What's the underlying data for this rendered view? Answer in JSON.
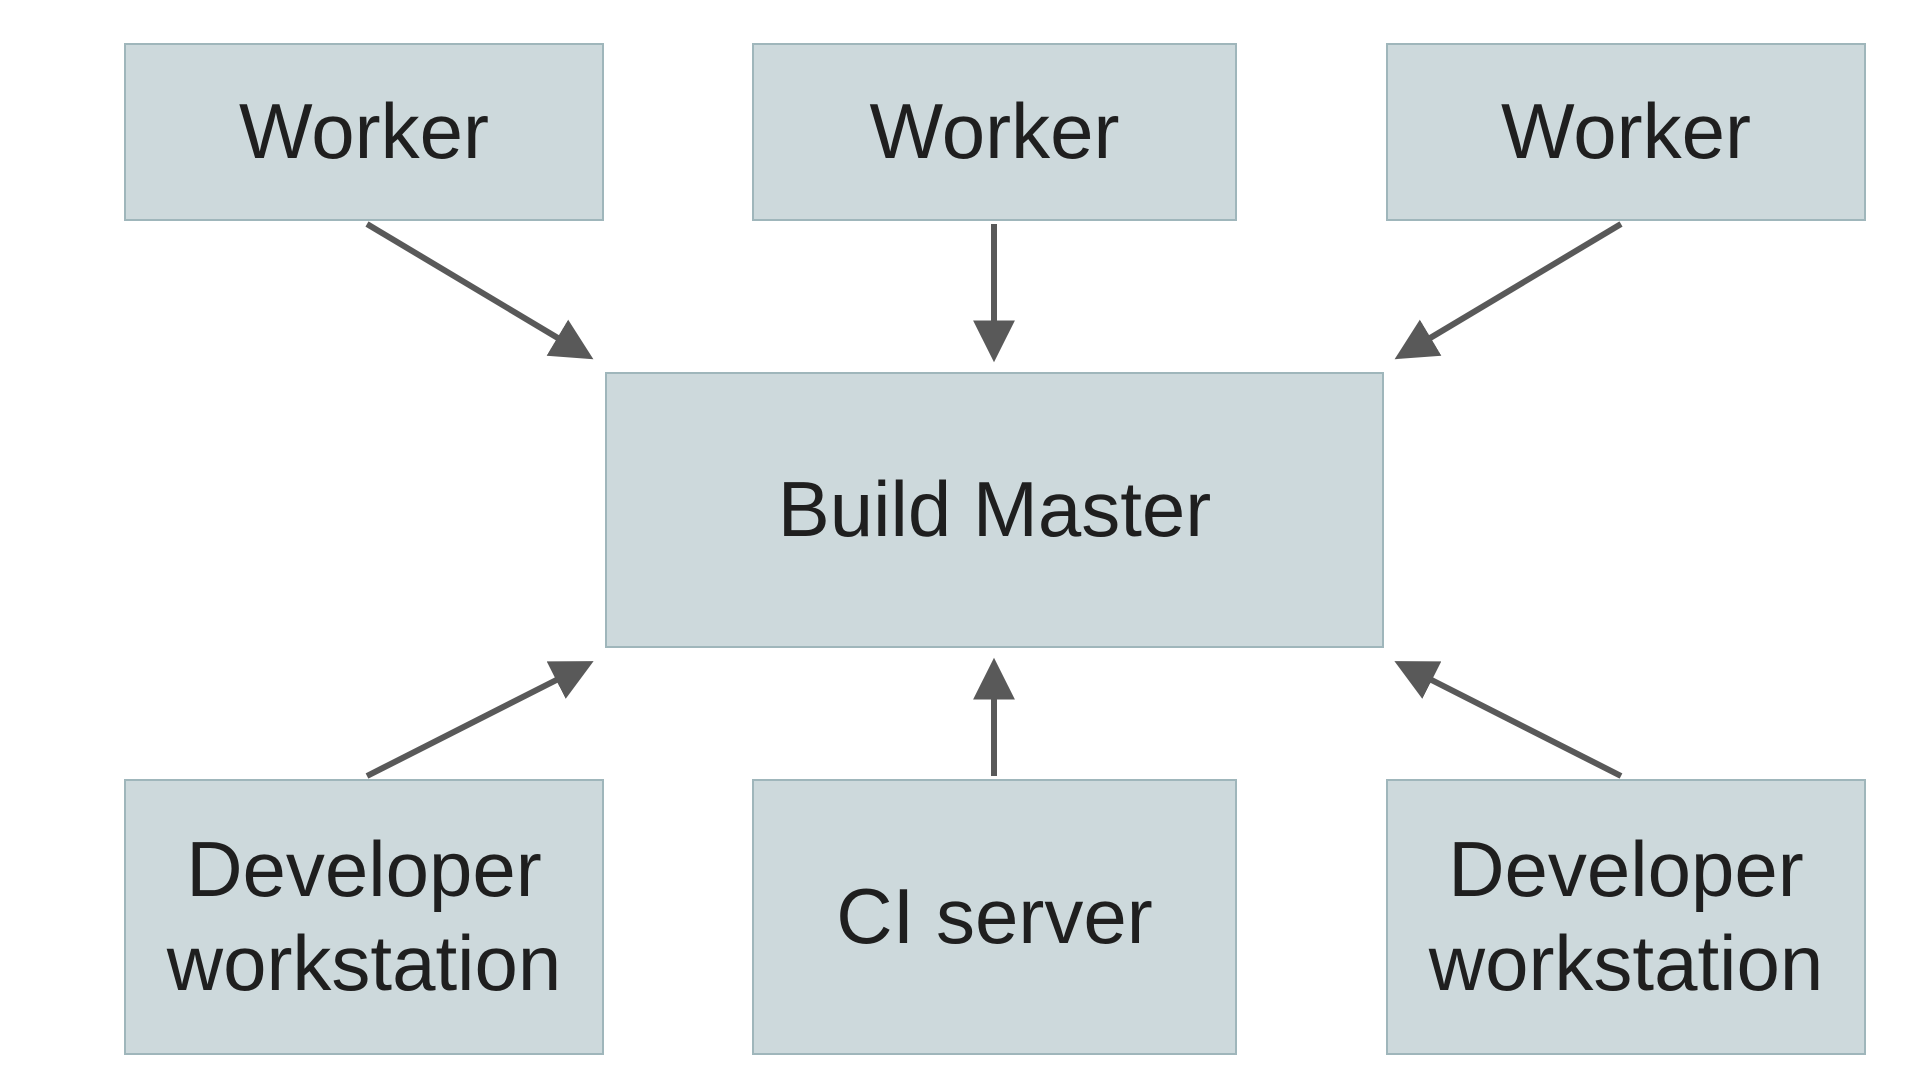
{
  "diagram": {
    "nodes": [
      {
        "id": "worker-top-left",
        "label": "Worker"
      },
      {
        "id": "worker-top-center",
        "label": "Worker"
      },
      {
        "id": "worker-top-right",
        "label": "Worker"
      },
      {
        "id": "build-master",
        "label": "Build Master"
      },
      {
        "id": "developer-workstation-left",
        "label": "Developer workstation"
      },
      {
        "id": "ci-server",
        "label": "CI server"
      },
      {
        "id": "developer-workstation-right",
        "label": "Developer workstation"
      }
    ],
    "edges": [
      {
        "from": "worker-top-left",
        "to": "build-master"
      },
      {
        "from": "worker-top-center",
        "to": "build-master"
      },
      {
        "from": "worker-top-right",
        "to": "build-master"
      },
      {
        "from": "developer-workstation-left",
        "to": "build-master"
      },
      {
        "from": "ci-server",
        "to": "build-master"
      },
      {
        "from": "developer-workstation-right",
        "to": "build-master"
      }
    ],
    "colors": {
      "background": "#ffffff",
      "node_fill": "#cdd9dc",
      "node_border": "#9fb6bb",
      "arrow": "#595959",
      "text": "#1f1f1f"
    }
  }
}
